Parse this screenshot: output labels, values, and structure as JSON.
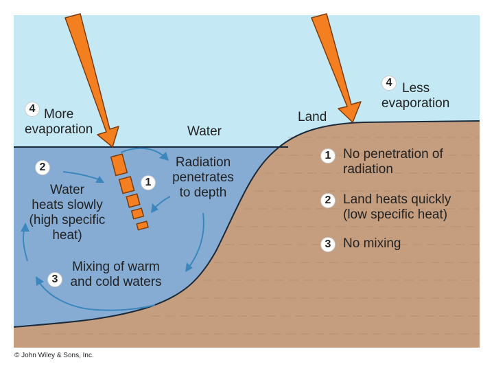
{
  "colors": {
    "sky": "#c5e8f5",
    "water": "#86acd4",
    "land": "#c59e7f",
    "arrow_fill": "#f47f20",
    "arrow_stroke": "#7a3b0d",
    "current_arrow": "#3a86bd"
  },
  "labels": {
    "water": "Water",
    "land": "Land",
    "more_evaporation": "More\nevaporation",
    "less_evaporation": "Less\nevaporation",
    "radiation_penetrates": "Radiation\npenetrates\nto depth",
    "water_heats_slowly": "Water\nheats slowly\n(high specific\nheat)",
    "mixing": "Mixing of warm\nand cold waters",
    "no_penetration": "No penetration of\nradiation",
    "land_heats_quickly": "Land heats quickly\n(low specific heat)",
    "no_mixing": "No mixing"
  },
  "badges": {
    "water_evap": "4",
    "land_evap": "4",
    "water_heats": "2",
    "water_radiation": "1",
    "water_mixing": "3",
    "land_penetration": "1",
    "land_heats": "2",
    "land_mixing": "3"
  },
  "copyright": "© John Wiley & Sons, Inc."
}
